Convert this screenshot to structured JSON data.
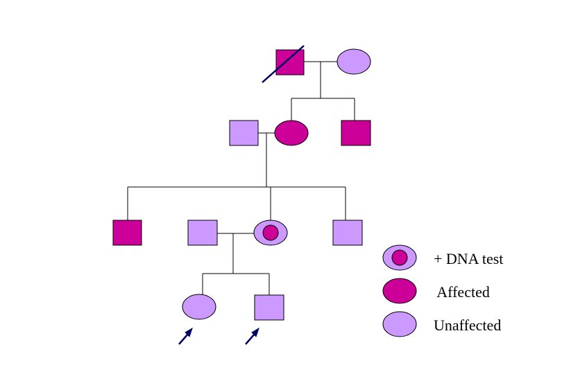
{
  "colors": {
    "affected": "#cc0099",
    "unaffected": "#cc99ff",
    "outline": "#000000",
    "deceased_mark": "#000066",
    "arrow": "#000066",
    "background": "#ffffff"
  },
  "individuals": [
    {
      "id": "gen1-father",
      "generation": 1,
      "sex": "male",
      "status": "affected",
      "deceased": true
    },
    {
      "id": "gen1-mother",
      "generation": 1,
      "sex": "female",
      "status": "unaffected"
    },
    {
      "id": "gen2-husband",
      "generation": 2,
      "sex": "male",
      "status": "unaffected"
    },
    {
      "id": "gen2-daughter",
      "generation": 2,
      "sex": "female",
      "status": "affected"
    },
    {
      "id": "gen2-son",
      "generation": 2,
      "sex": "male",
      "status": "affected"
    },
    {
      "id": "gen3-son-1",
      "generation": 3,
      "sex": "male",
      "status": "affected"
    },
    {
      "id": "gen3-husband",
      "generation": 3,
      "sex": "male",
      "status": "unaffected"
    },
    {
      "id": "gen3-daughter",
      "generation": 3,
      "sex": "female",
      "status": "dna-positive"
    },
    {
      "id": "gen3-son-2",
      "generation": 3,
      "sex": "male",
      "status": "unaffected"
    },
    {
      "id": "gen4-daughter",
      "generation": 4,
      "sex": "female",
      "status": "unaffected",
      "proband_arrow": true
    },
    {
      "id": "gen4-son",
      "generation": 4,
      "sex": "male",
      "status": "unaffected",
      "proband_arrow": true
    }
  ],
  "legend": {
    "items": [
      {
        "symbol": "dna-positive",
        "label": "+ DNA test"
      },
      {
        "symbol": "affected",
        "label": " Affected"
      },
      {
        "symbol": "unaffected",
        "label": "Unaffected"
      }
    ]
  }
}
